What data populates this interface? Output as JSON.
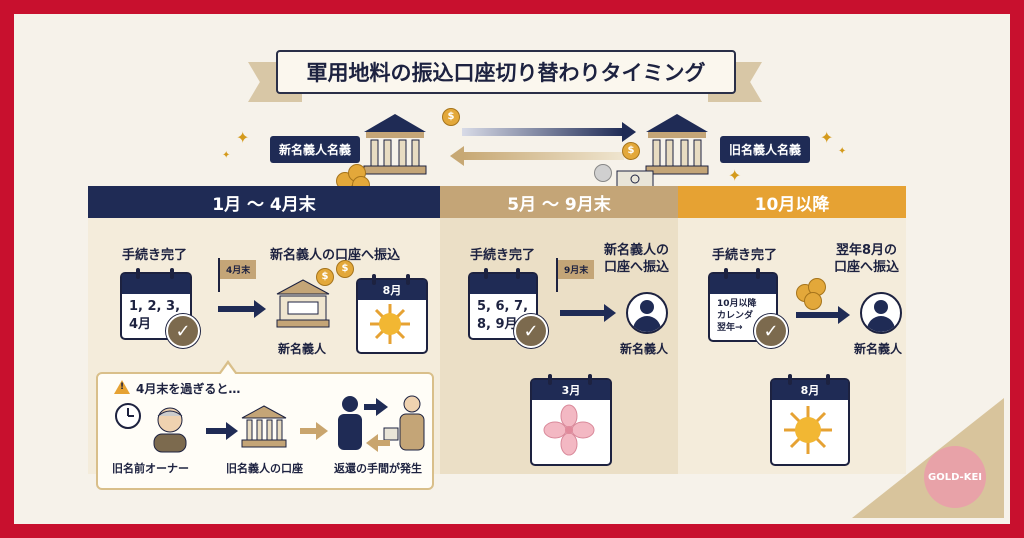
{
  "title": "軍用地料の振込口座切り替わりタイミング",
  "top": {
    "new_account_label": "新名義人名義",
    "old_account_label": "旧名義人名義"
  },
  "panels": [
    {
      "header": "1月 〜 4月末",
      "step_label": "手続き完了",
      "calendar_text": "1, 2, 3,\n4月",
      "flag": "4月末",
      "transfer_label": "新名義人の口座へ振込",
      "bank_caption": "新名義人",
      "calendar_month": "8月",
      "warning": {
        "title": "4月末を過ぎると…",
        "old_owner": "旧名前オーナー",
        "old_account": "旧名義人の口座",
        "refund": "返還の手間が発生"
      }
    },
    {
      "header": "5月 〜 9月末",
      "step_label": "手続き完了",
      "calendar_text": "5, 6, 7,\n8, 9月",
      "flag": "9月末",
      "transfer_label": "新名義人の\n口座へ振込",
      "person_caption": "新名義人",
      "calendar_month": "3月"
    },
    {
      "header": "10月以降",
      "step_label": "手続き完了",
      "calendar_text": "10月以降\nカレンダ\n翌年→",
      "transfer_label": "翌年8月の\n口座へ振込",
      "person_caption": "新名義人",
      "calendar_month": "8月"
    }
  ],
  "brand": "GOLD-KEI",
  "colors": {
    "frame": "#c8102e",
    "navy": "#1f2b55",
    "tan": "#c4a577",
    "gold": "#e6a233"
  }
}
